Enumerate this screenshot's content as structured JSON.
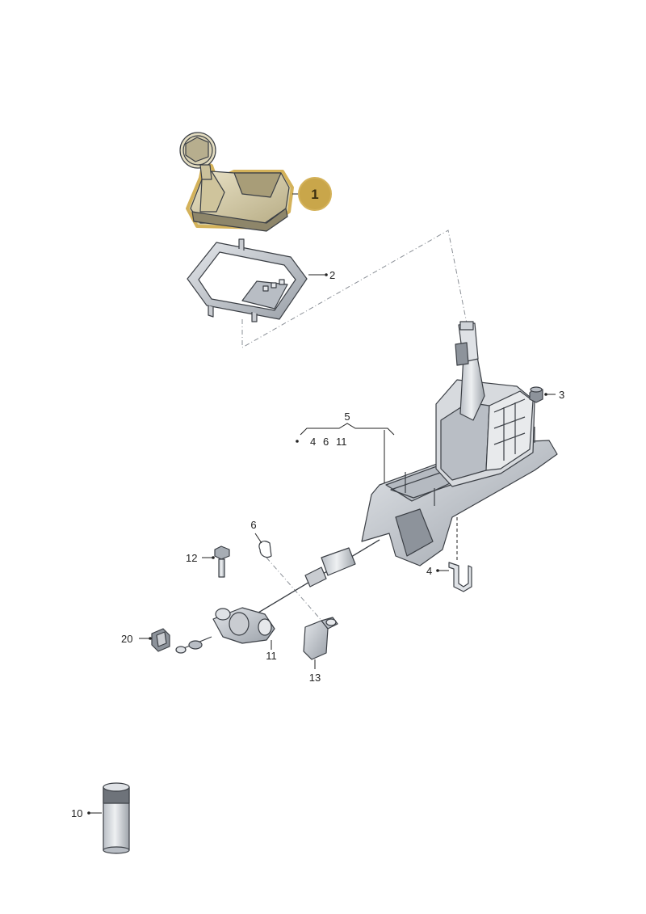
{
  "diagram": {
    "highlight_color": "#d4b25a",
    "highlight_fill": "#c9a64a",
    "part_color": "#c9ccd1",
    "part_shadow": "#9aa0a8",
    "callouts": {
      "c1": "1",
      "c2": "2",
      "c3": "3",
      "c4": "4",
      "c5": "5",
      "c5_sub_a": "4",
      "c5_sub_b": "6",
      "c5_sub_c": "11",
      "c6": "6",
      "c10": "10",
      "c11": "11",
      "c12": "12",
      "c13": "13",
      "c20": "20"
    }
  }
}
